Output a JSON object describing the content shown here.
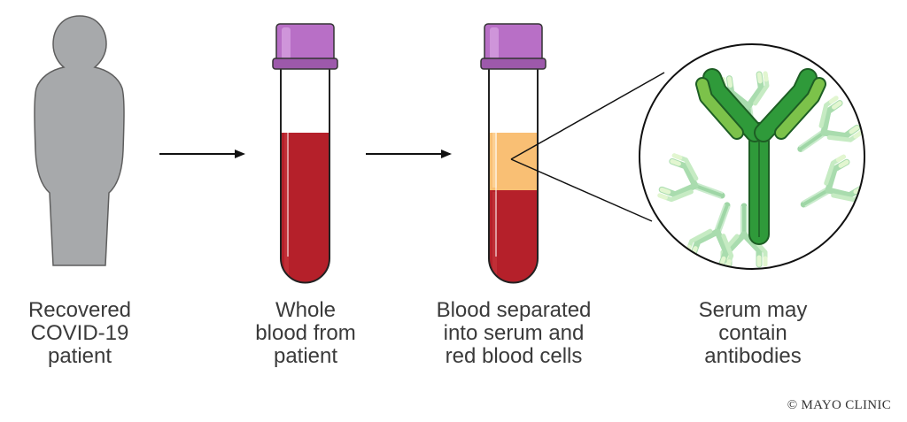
{
  "steps": [
    {
      "lines": [
        "Recovered",
        "COVID-19",
        "patient"
      ]
    },
    {
      "lines": [
        "Whole",
        "blood from",
        "patient"
      ]
    },
    {
      "lines": [
        "Blood separated",
        "into serum and",
        "red blood cells"
      ]
    },
    {
      "lines": [
        "Serum may",
        "contain",
        "antibodies"
      ]
    }
  ],
  "copyright": "© MAYO CLINIC",
  "colors": {
    "person": "#a7a9ab",
    "cap": "#b86fc6",
    "blood": "#b5202a",
    "serum": "#f9bf74",
    "antibody_main": "#2f9a3a",
    "antibody_main_light": "#7cc24a",
    "antibody_faint": "#a9dcae"
  }
}
